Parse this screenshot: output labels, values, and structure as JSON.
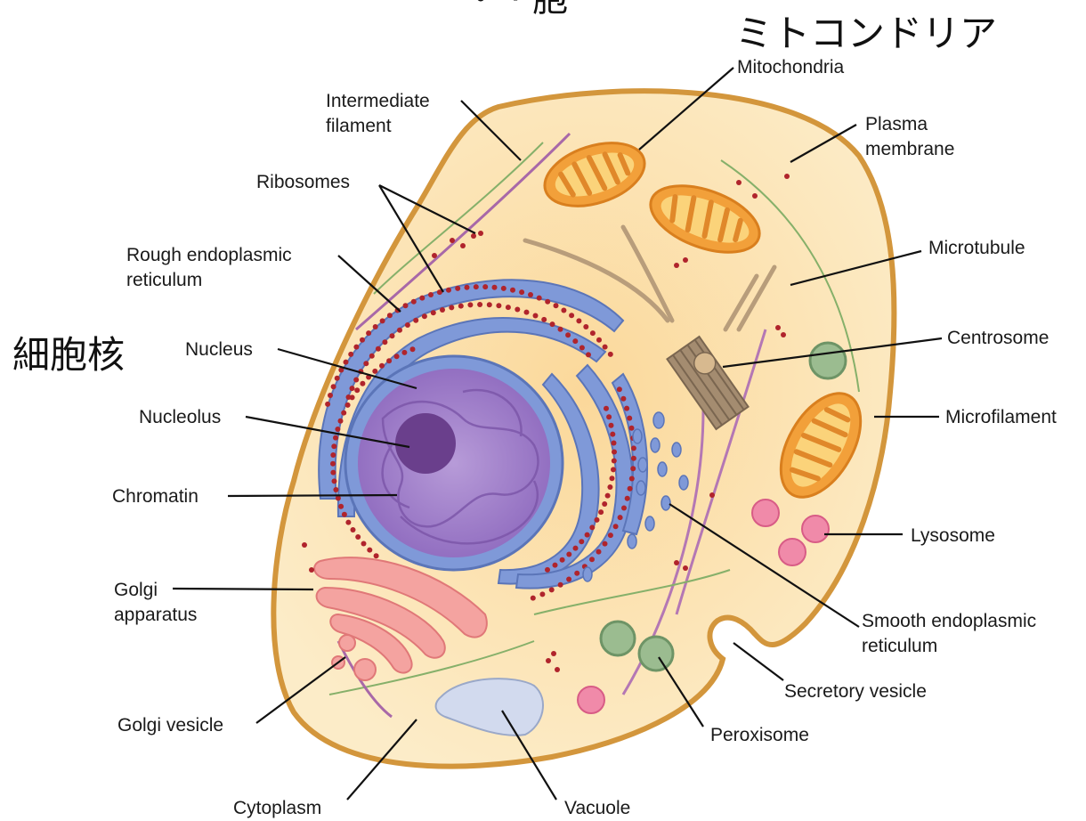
{
  "annotations": {
    "title_fragment": "・ · 胞",
    "mitochondria_jp": "ミトコンドリア",
    "nucleus_jp": "細胞核"
  },
  "labels": {
    "mitochondria": "Mitochondria",
    "intermediate_filament_1": "Intermediate",
    "intermediate_filament_2": "filament",
    "plasma_membrane_1": "Plasma",
    "plasma_membrane_2": "membrane",
    "ribosomes": "Ribosomes",
    "rough_er_1": "Rough endoplasmic",
    "rough_er_2": "reticulum",
    "microtubule": "Microtubule",
    "nucleus": "Nucleus",
    "centrosome": "Centrosome",
    "nucleolus": "Nucleolus",
    "microfilament": "Microfilament",
    "chromatin": "Chromatin",
    "lysosome": "Lysosome",
    "golgi_apparatus_1": "Golgi",
    "golgi_apparatus_2": "apparatus",
    "smooth_er_1": "Smooth endoplasmic",
    "smooth_er_2": "reticulum",
    "secretory_vesicle": "Secretory vesicle",
    "golgi_vesicle": "Golgi vesicle",
    "peroxisome": "Peroxisome",
    "cytoplasm": "Cytoplasm",
    "vacuole": "Vacuole"
  },
  "colors": {
    "cytoplasm": "#fbe3b6",
    "membrane": "#d9a24a",
    "er": "#7f99d8",
    "nucleus": "#a887cc",
    "nucleolus": "#6a3f8c",
    "mitochondria": "#f2a03a",
    "golgi": "#f29a9a",
    "lysosome": "#ef7fa6",
    "peroxisome": "#8fb08a",
    "vacuole": "#d2daee",
    "ribosome": "#b0242c"
  }
}
